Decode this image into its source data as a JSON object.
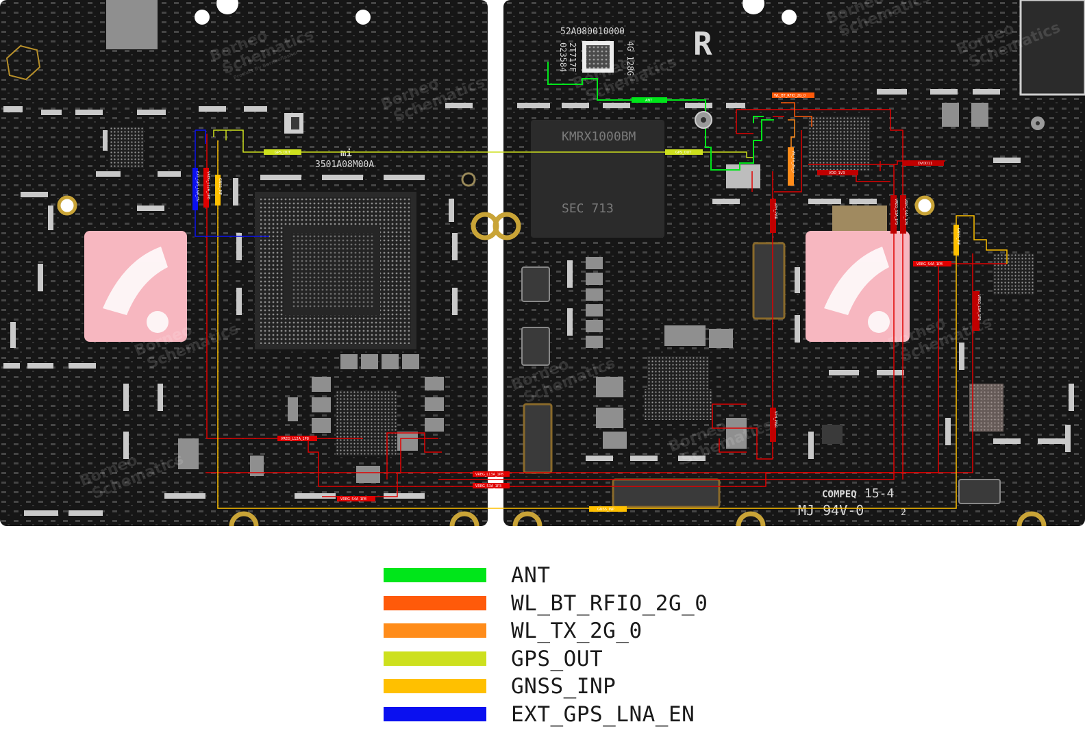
{
  "board": {
    "silkscreen": {
      "cpu_marking": "3501A08M00A",
      "emmc_marking": "52A080010000",
      "emmc_code_1": "2T717F",
      "emmc_code_2": "023584",
      "memory_size": "4G 128G",
      "side_marker": "R",
      "chip_line_1": "KMRX1000BM",
      "chip_line_2": "SEC 713",
      "logo_mark": "mi",
      "compeq": "COMPEQ",
      "compeq_code": "15-4",
      "rating": "MJ 94V-0",
      "rating_suffix": "2"
    },
    "watermark": {
      "line_1": "Borneo",
      "line_2": "Schematics",
      "line_3": "Product By Borneoflasher"
    },
    "net_tags": {
      "ant": "ANT",
      "wl_bt_rfio": "WL_BT_RFIO_2G_0",
      "gps_out_left": "GPS_OUT",
      "gps_out_right": "GPS_OUT",
      "vdd_1v3": "VDD_1V3",
      "dvdd11": "DVDD11",
      "gnss_inp_left": "GNSS_INP",
      "gnss_inp_bottom": "GNSS_INP",
      "gnss_inp_right": "GNSS_INP",
      "ext_gps_lna_en": "EXT_GPS_LNA_EN",
      "vreg_l12a_left": "VREG_L12A_1P8",
      "vreg_l12a_bottom": "VREG_L12A_1P8",
      "vreg_l13a": "VREG_L13A_1P8",
      "vreg_s3a": "VREG_S3A_1P3",
      "vreg_s4a_bottom": "VREG_S4A_1P8",
      "vreg_s4a_right": "VREG_S4A_1P8",
      "vreg_s4a_vert": "VREG_S4A_1P8",
      "vreg_s3a_vert": "VREG_S3A_1P3",
      "vph_pwr_1": "VPH_PWR",
      "vph_pwr_2": "VPH_PWR",
      "wl_tx": "WL_TX_2G_0",
      "vreg_l5a": "VREG_L5A_1P8"
    },
    "colors": {
      "board": "#161616",
      "pad": "#c9c9c9",
      "power_net": "#e00000"
    }
  },
  "legend": [
    {
      "label": "ANT",
      "color": "#00e61a"
    },
    {
      "label": "WL_BT_RFIO_2G_0",
      "color": "#ff5a0a"
    },
    {
      "label": "WL_TX_2G_0",
      "color": "#ff8c1a"
    },
    {
      "label": "GPS_OUT",
      "color": "#cde01e"
    },
    {
      "label": "GNSS_INP",
      "color": "#ffc000"
    },
    {
      "label": "EXT_GPS_LNA_EN",
      "color": "#0a10f0"
    }
  ]
}
